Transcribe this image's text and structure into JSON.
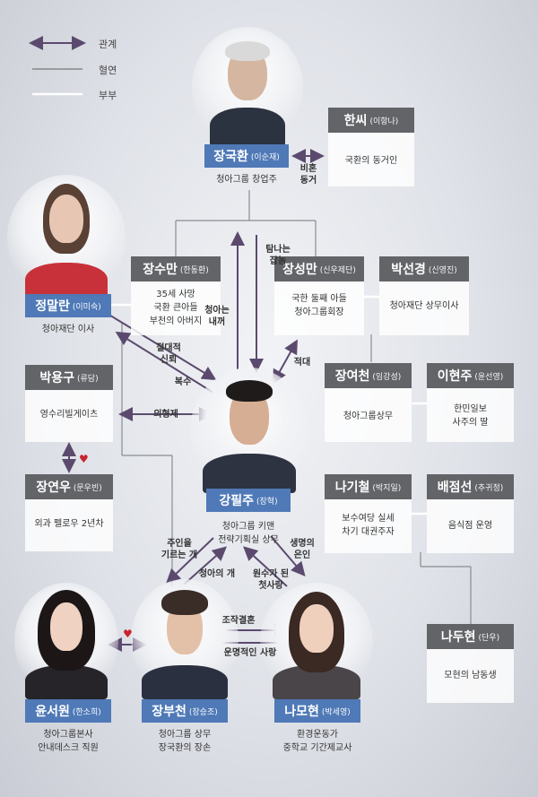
{
  "legend": [
    {
      "label": "관계"
    },
    {
      "label": "혈연"
    },
    {
      "label": "부부"
    }
  ],
  "characters": {
    "jang_gukhwan": {
      "name": "장국환",
      "actor": "(이순재)",
      "desc": [
        "청아그룹 창업주"
      ]
    },
    "hanssi": {
      "name": "한씨",
      "actor": "(이항나)",
      "desc": [
        "국환의 동거인"
      ]
    },
    "jeong_malran": {
      "name": "정말란",
      "actor": "(이미숙)",
      "desc": [
        "청아재단 이사"
      ]
    },
    "jang_suman": {
      "name": "장수만",
      "actor": "(한동환)",
      "desc": [
        "35세 사망",
        "국환 큰아들",
        "부천의 아버지"
      ]
    },
    "jang_seongman": {
      "name": "장성만",
      "actor": "(신우제단)",
      "desc": [
        "국한 둘째 아들",
        "청아그룹회장"
      ]
    },
    "park_seongyeong": {
      "name": "박선경",
      "actor": "(신영진)",
      "desc": [
        "청아재단 상무이사"
      ]
    },
    "park_yonggu": {
      "name": "박용구",
      "actor": "(류담)",
      "desc": [
        "영수리빌게이츠"
      ]
    },
    "jang_yeocheon": {
      "name": "장여천",
      "actor": "(임강성)",
      "desc": [
        "청아그룹상무"
      ]
    },
    "lee_hyeonju": {
      "name": "이현주",
      "actor": "(윤선영)",
      "desc": [
        "한민일보",
        "사주의 딸"
      ]
    },
    "jang_yeonwoo": {
      "name": "장연우",
      "actor": "(문우빈)",
      "desc": [
        "외과 펠로우 2년차"
      ]
    },
    "kang_pilju": {
      "name": "강필주",
      "actor": "(장혁)",
      "desc": [
        "청아그룹 키맨",
        "전략기획실 상무"
      ]
    },
    "na_gicheol": {
      "name": "나기철",
      "actor": "(박지일)",
      "desc": [
        "보수여당 실세",
        "차기 대권주자"
      ]
    },
    "bae_jeomseon": {
      "name": "배점선",
      "actor": "(추귀정)",
      "desc": [
        "음식점 운영"
      ]
    },
    "na_duhyeon": {
      "name": "나두현",
      "actor": "(단우)",
      "desc": [
        "모현의 남동생"
      ]
    },
    "yun_seowon": {
      "name": "윤서원",
      "actor": "(한소희)",
      "desc": [
        "청아그룹본사",
        "안내데스크 직원"
      ]
    },
    "jang_bucheon": {
      "name": "장부천",
      "actor": "(장승조)",
      "desc": [
        "청아그룹 상무",
        "장국환의 장손"
      ]
    },
    "na_mohyeon": {
      "name": "나모현",
      "actor": "(박세영)",
      "desc": [
        "환경운동가",
        "중학교 기간제교사"
      ]
    }
  },
  "relations": {
    "bihon_donggeo": [
      "비혼",
      "동거"
    ],
    "tamnaneun_jabnom": [
      "탐나는",
      "잡놈"
    ],
    "cheonga_naekkeo": [
      "청아는",
      "내꺼"
    ],
    "jeoldaejeok_sinroe": [
      "절대적",
      "신뢰"
    ],
    "boksu": [
      "복수"
    ],
    "jeokdae": [
      "적대"
    ],
    "uihyeongje": [
      "의형제"
    ],
    "juineul_gireuneun_gae": [
      "주인을",
      "기르는 개"
    ],
    "cheongaui_gae": [
      "청아의 개"
    ],
    "saengmyeongui_eunin": [
      "생명의",
      "은인"
    ],
    "wonsuga_doen_cheotsarang": [
      "원수가 된",
      "첫사랑"
    ],
    "jojak_gyeolhon": [
      "조작결혼"
    ],
    "unmyeongjeogin_sarang": [
      "운명적인 사랑"
    ]
  },
  "colors": {
    "name_bar": "#4f79b7",
    "box_header": "#626468",
    "relation_arrow": "#5b4a6e",
    "heart": "#c82330"
  }
}
